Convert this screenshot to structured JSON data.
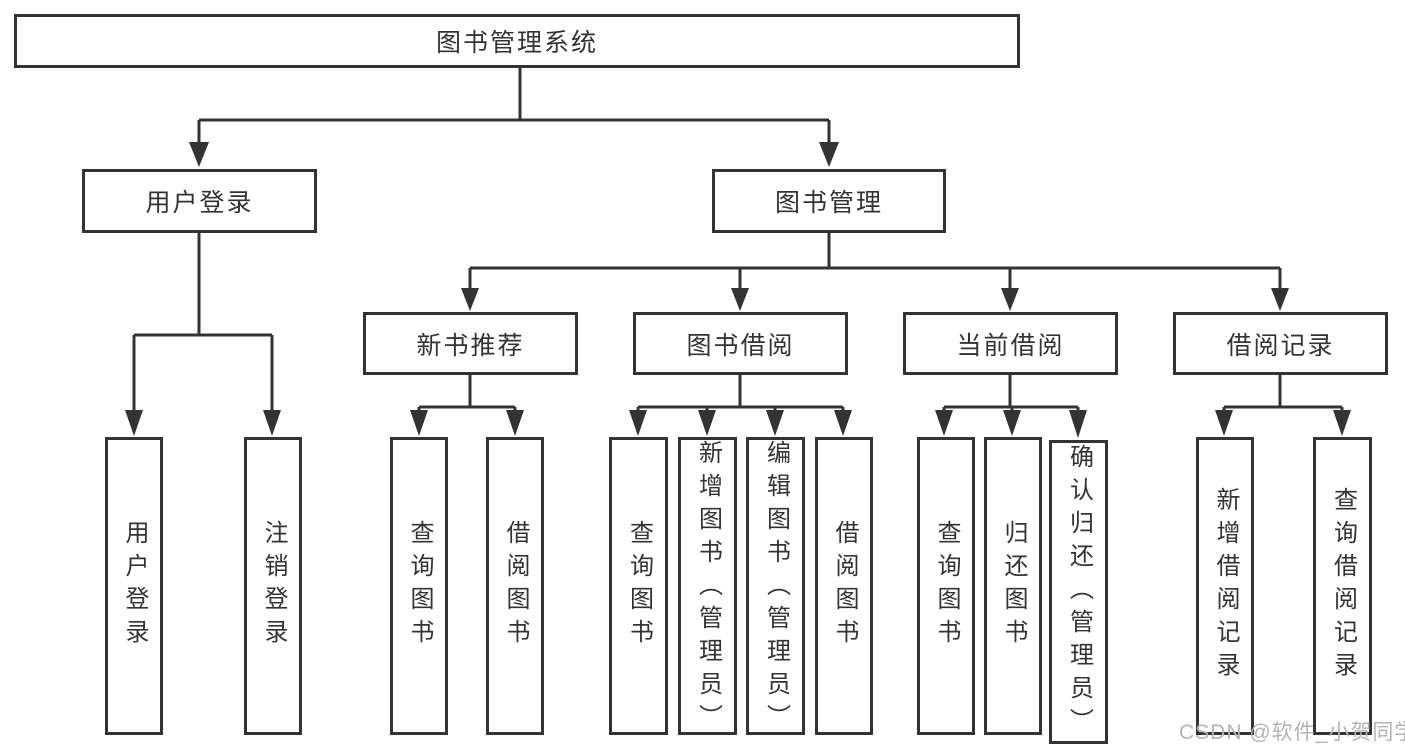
{
  "nodes": {
    "root": "图书管理系统",
    "user_login": "用户登录",
    "book_management": "图书管理",
    "new_book_recommend": "新书推荐",
    "book_borrow": "图书借阅",
    "current_borrow": "当前借阅",
    "borrow_records": "借阅记录",
    "login": "用户登录",
    "logout": "注销登录",
    "nb_query_books": "查询图书",
    "nb_borrow_books": "借阅图书",
    "bb_query_books": "查询图书",
    "bb_add_books_admin": "新增图书（管理员）",
    "bb_edit_books_admin": "编辑图书（管理员）",
    "bb_borrow_books": "借阅图书",
    "cb_query_books": "查询图书",
    "cb_return_books": "归还图书",
    "cb_confirm_return_admin": "确认归还（管理员）",
    "br_add_record": "新增借阅记录",
    "br_query_record": "查询借阅记录"
  },
  "watermark": "CSDN @软件_小贺同学",
  "colors": {
    "line": "#333333",
    "text": "#333333",
    "watermark": "#b3b3b3",
    "background": "#ffffff"
  }
}
